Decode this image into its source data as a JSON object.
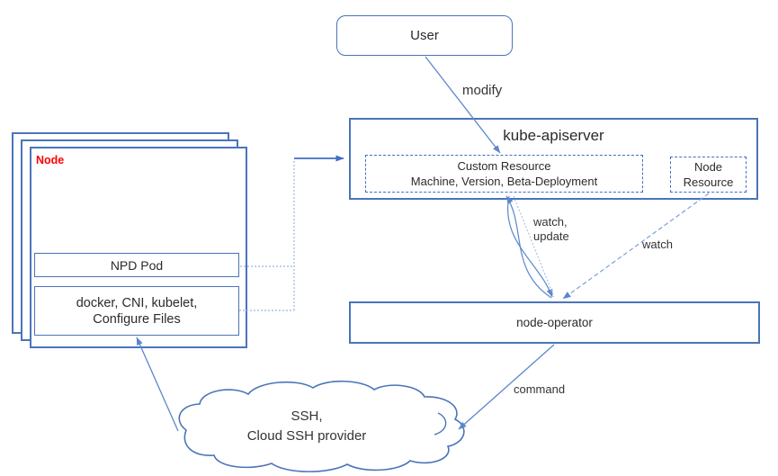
{
  "user_box": {
    "label": "User"
  },
  "kube_apiserver": {
    "title": "kube-apiserver",
    "custom_resource": {
      "lines": [
        "Custom Resource",
        "Machine, Version, Beta-Deployment"
      ]
    },
    "node_resource": {
      "lines": [
        "Node",
        "Resource"
      ]
    }
  },
  "node_stack": {
    "label": "Node",
    "npd_pod_label": "NPD Pod",
    "components": {
      "lines": [
        "docker, CNI, kubelet,",
        "Configure Files"
      ]
    }
  },
  "node_operator": {
    "label": "node-operator"
  },
  "cloud": {
    "lines": [
      "SSH,",
      "Cloud SSH provider"
    ]
  },
  "edge_labels": {
    "modify": "modify",
    "watch_update": {
      "lines": [
        "watch,",
        "update"
      ]
    },
    "watch": "watch",
    "command": "command"
  },
  "colors": {
    "box_border": "#4a74ba",
    "dashed_border": "#3f6ec6",
    "connector": "#5b87cd",
    "dotted_connector": "#a9c2e8",
    "node_label_red": "#ff0000",
    "text": "#2b2b2b"
  }
}
